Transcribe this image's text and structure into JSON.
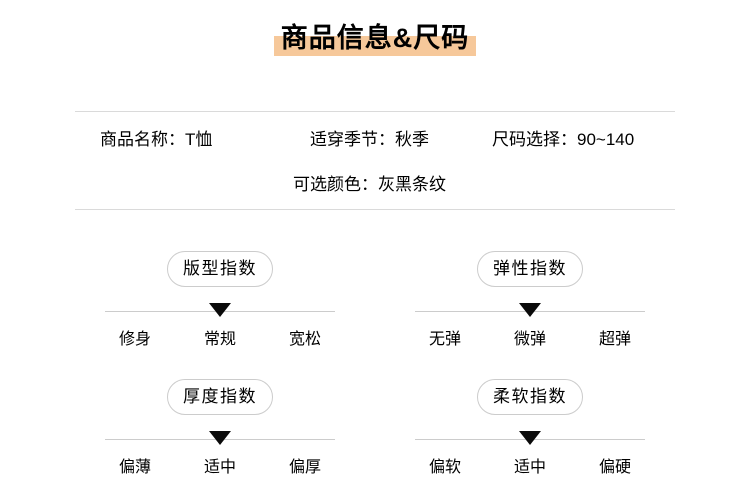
{
  "header": {
    "title": "商品信息&尺码",
    "highlight_color": "#f6c89a"
  },
  "info": {
    "fields": [
      {
        "label": "商品名称：",
        "value": "T恤"
      },
      {
        "label": "适穿季节：",
        "value": "秋季"
      },
      {
        "label": "尺码选择：",
        "value": "90~140"
      },
      {
        "label": "可选颜色：",
        "value": "灰黑条纹"
      }
    ]
  },
  "indexes": [
    {
      "title": "版型指数",
      "options": [
        "修身",
        "常规",
        "宽松"
      ],
      "selected": "常规"
    },
    {
      "title": "弹性指数",
      "options": [
        "无弹",
        "微弹",
        "超弹"
      ],
      "selected": "微弹"
    },
    {
      "title": "厚度指数",
      "options": [
        "偏薄",
        "适中",
        "偏厚"
      ],
      "selected": "适中"
    },
    {
      "title": "柔软指数",
      "options": [
        "偏软",
        "适中",
        "偏硬"
      ],
      "selected": "适中"
    }
  ],
  "colors": {
    "text": "#000000",
    "rule_line": "#dadada",
    "axis_line": "#cccccc",
    "arrow": "#0a0a0a",
    "pill_border": "#cccccc"
  }
}
